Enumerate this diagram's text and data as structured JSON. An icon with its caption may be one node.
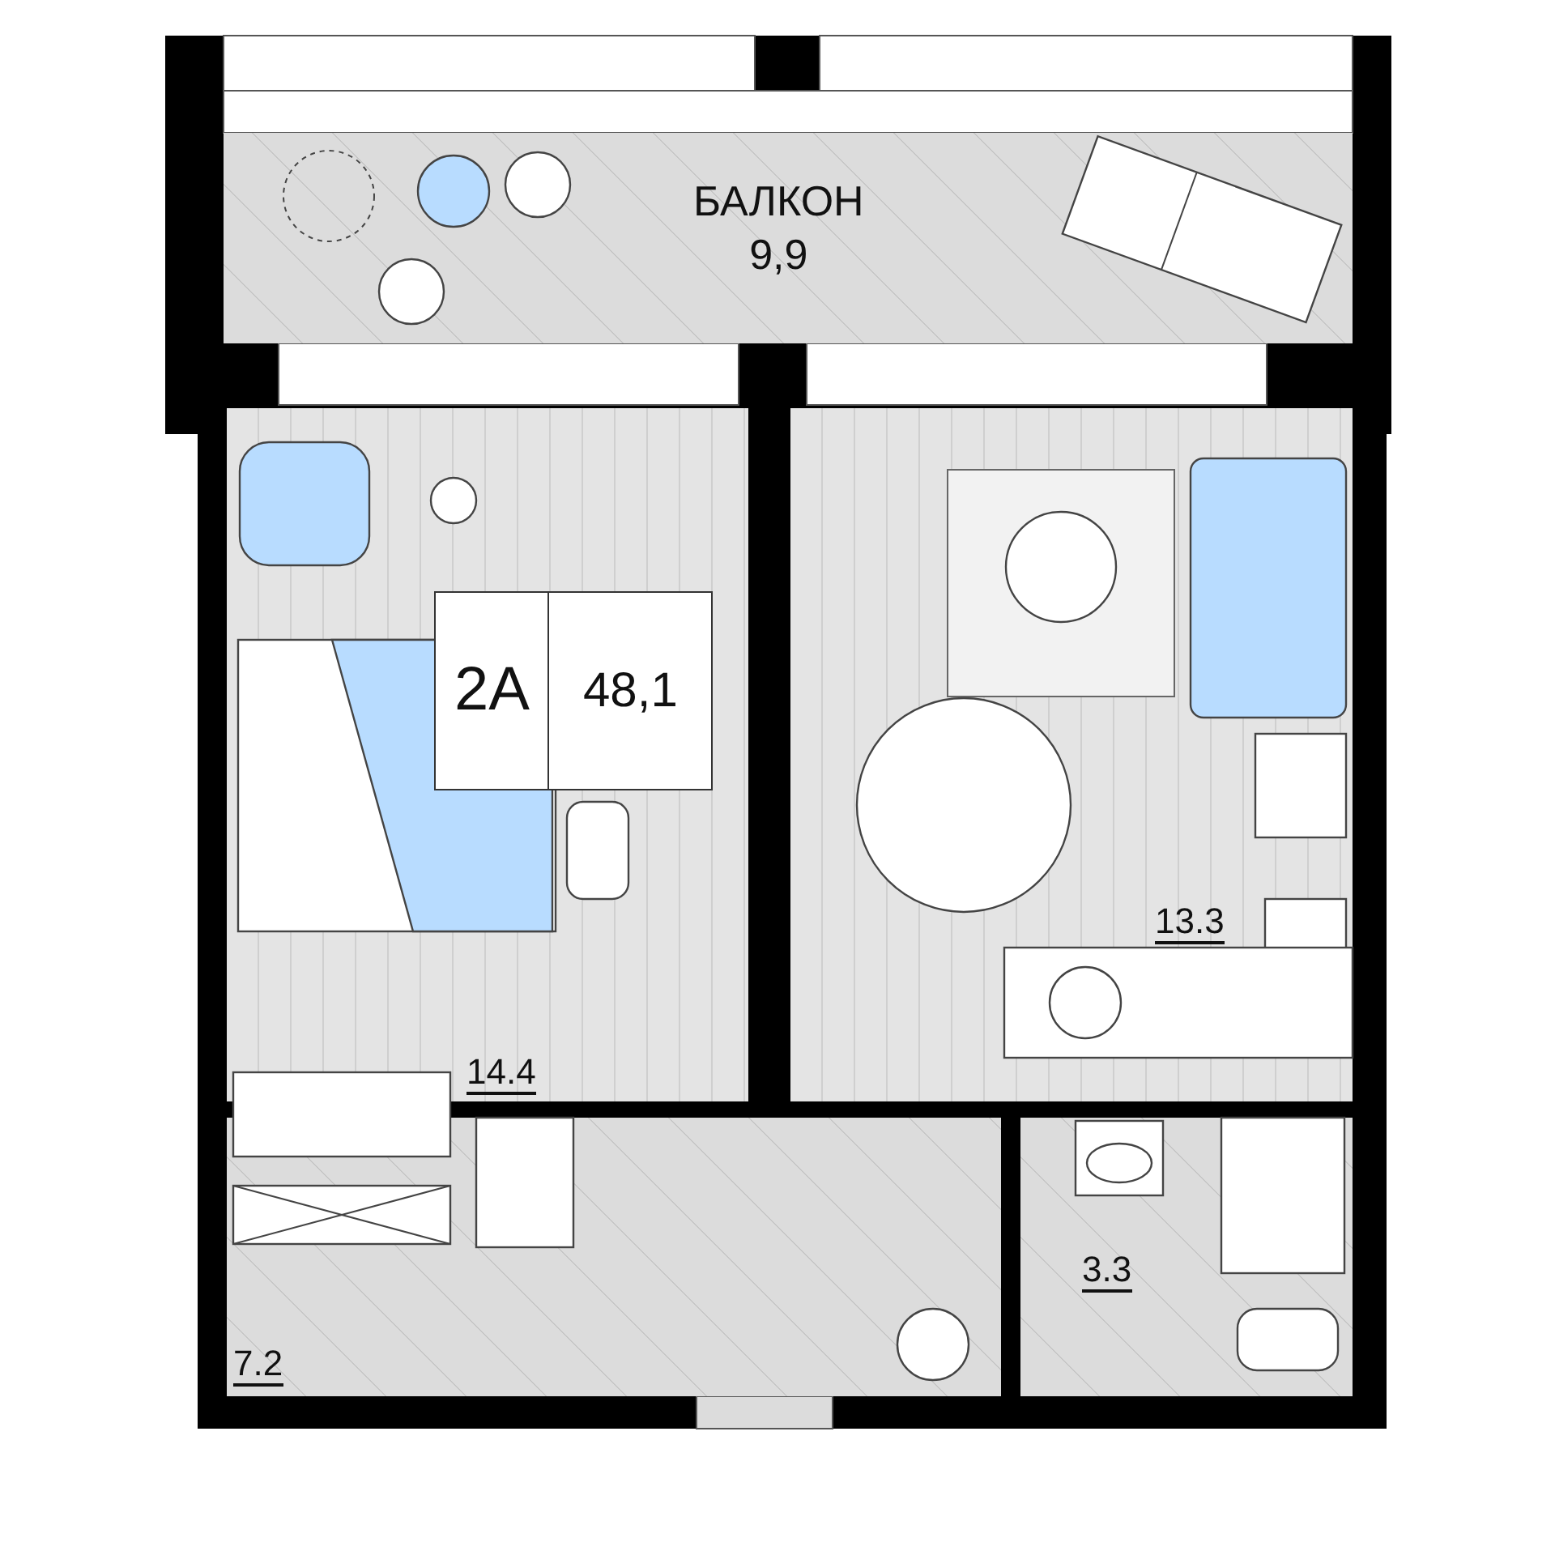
{
  "diagram": {
    "nodes": [
      {
        "text": [
          "БАЛКОН",
          "9,9"
        ]
      },
      {
        "text": [
          "14.4"
        ]
      },
      {
        "text": [
          "2А",
          "48,1"
        ],
        "in": 1
      },
      {
        "text": [
          "13.3"
        ]
      },
      {
        "text": [
          "7.2"
        ]
      },
      {
        "text": [
          "3.3"
        ]
      }
    ]
  }
}
